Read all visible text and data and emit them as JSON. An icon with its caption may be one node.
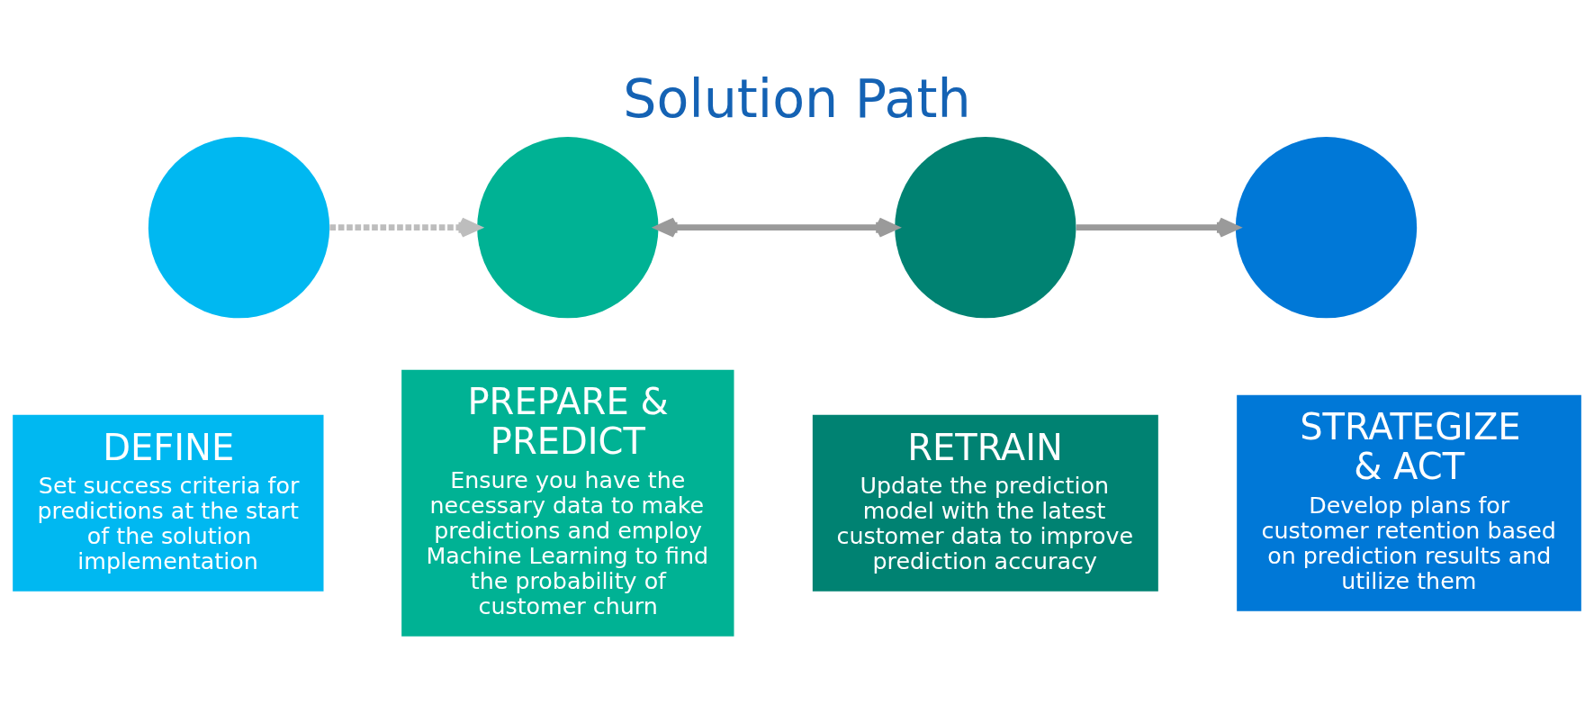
{
  "diagram": {
    "title": "Solution Path",
    "nodes": [
      {
        "text": [],
        "shape": "circle"
      },
      {
        "text": [],
        "shape": "circle"
      },
      {
        "text": [],
        "shape": "circle"
      },
      {
        "text": [],
        "shape": "circle"
      },
      {
        "text": [
          "DEFINE",
          "Set success criteria for predictions at the start of the solution implementation"
        ]
      },
      {
        "text": [
          "PREPARE & PREDICT",
          "Ensure you have the necessary data to make predictions and employ Machine Learning to find the probability of customer churn"
        ]
      },
      {
        "text": [
          "RETRAIN",
          "Update the prediction model with the latest customer data to improve prediction accuracy"
        ]
      },
      {
        "text": [
          "STRATEGIZE & ACT",
          "Develop plans for customer retention based on prediction results and utilize them"
        ]
      }
    ],
    "edges": [
      {
        "from": 0,
        "to": 1,
        "arrow": "to",
        "style": "dashed",
        "color": "#bdbdbd"
      },
      {
        "from": 1,
        "to": 2,
        "arrow": "both"
      },
      {
        "from": 2,
        "to": 3,
        "arrow": "to"
      }
    ]
  }
}
